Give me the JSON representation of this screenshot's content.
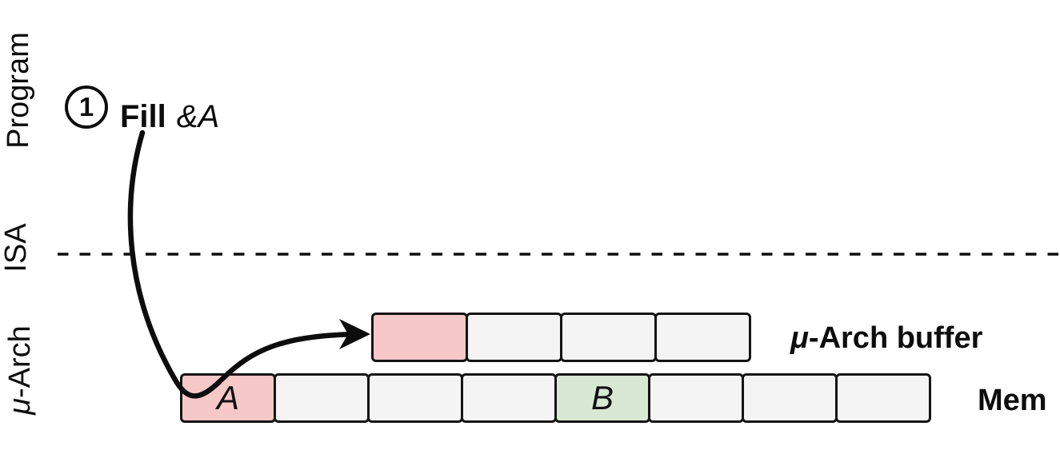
{
  "layers": {
    "program_label": "Program",
    "isa_label": "ISA",
    "uarch_label_mu": "μ",
    "uarch_label_rest": "-Arch"
  },
  "annotation": {
    "step_number": "1",
    "verb": "Fill",
    "operand": "&A"
  },
  "buffer": {
    "caption_mu": "μ",
    "caption_rest": "-Arch buffer",
    "cells": [
      {
        "label": "",
        "state": "highlight-red"
      },
      {
        "label": "",
        "state": "plain"
      },
      {
        "label": "",
        "state": "plain"
      },
      {
        "label": "",
        "state": "plain"
      }
    ]
  },
  "mem": {
    "caption": "Mem",
    "cells": [
      {
        "label": "A",
        "state": "highlight-red"
      },
      {
        "label": "",
        "state": "plain"
      },
      {
        "label": "",
        "state": "plain"
      },
      {
        "label": "",
        "state": "plain"
      },
      {
        "label": "B",
        "state": "highlight-green"
      },
      {
        "label": "",
        "state": "plain"
      },
      {
        "label": "",
        "state": "plain"
      },
      {
        "label": "",
        "state": "plain"
      }
    ]
  },
  "colors": {
    "highlight_red": "#f6c8c8",
    "highlight_green": "#d9e8d4",
    "cell_gray": "#f4f4f4",
    "stroke": "#0d0d0d"
  }
}
